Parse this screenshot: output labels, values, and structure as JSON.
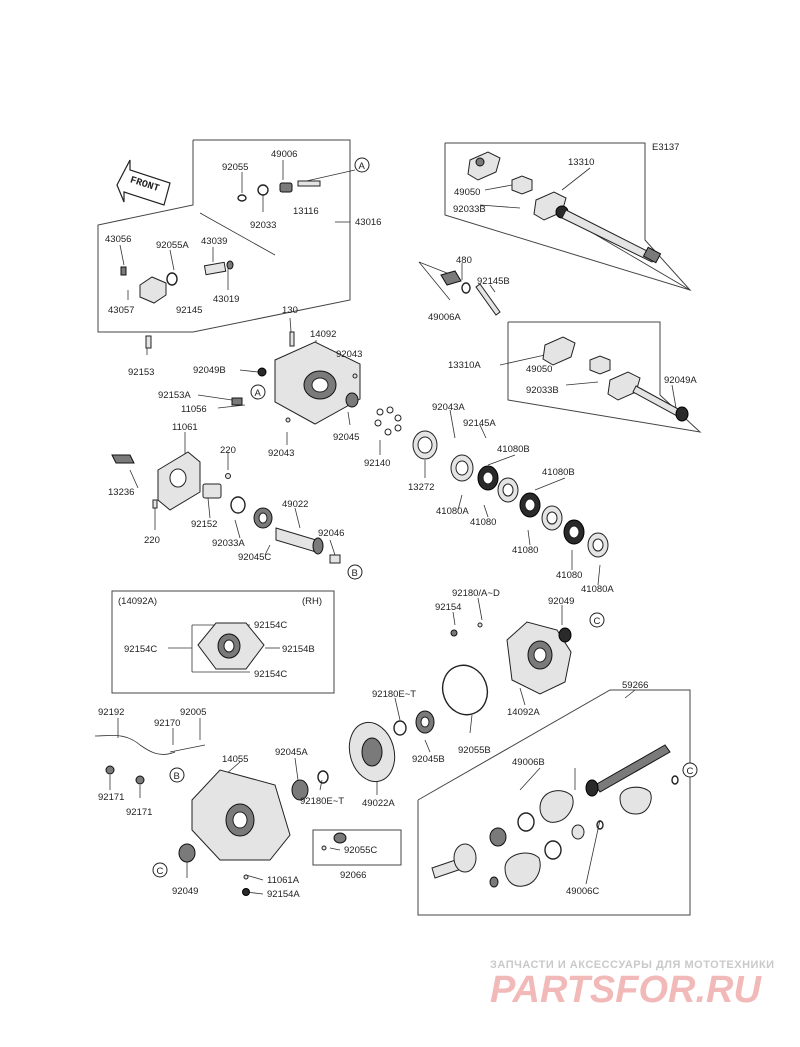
{
  "diagram_code": "E3137",
  "front_label": "FRONT",
  "ref_a": "A",
  "ref_b": "B",
  "ref_c": "C",
  "inset_top_left": "(14092A)",
  "inset_top_right": "(RH)",
  "watermark_line1": "ЗАПЧАСТИ И АКСЕССУАРЫ ДЛЯ МОТОТЕХНИКИ",
  "watermark_line2": "PARTSFOR.RU",
  "parts": {
    "p92055": "92055",
    "p49006": "49006",
    "p13116": "13116",
    "p92033": "92033",
    "p43016": "43016",
    "p43056": "43056",
    "p92055A": "92055A",
    "p43039": "43039",
    "p43057": "43057",
    "p92145": "92145",
    "p43019": "43019",
    "p92153": "92153",
    "p13310": "13310",
    "p49050": "49050",
    "p92033B": "92033B",
    "p480": "480",
    "p92145B": "92145B",
    "p49006A": "49006A",
    "p130": "130",
    "p14092": "14092",
    "p92049B": "92049B",
    "p92043": "92043",
    "p13310A": "13310A",
    "p49050b": "49050",
    "p92033Bb": "92033B",
    "p92049A": "92049A",
    "p92153A": "92153A",
    "p11056": "11056",
    "p92045": "92045",
    "p92043b": "92043",
    "p92043A": "92043A",
    "p92145A": "92145A",
    "p11061": "11061",
    "p220": "220",
    "p92140": "92140",
    "p13272": "13272",
    "p41080B": "41080B",
    "p41080Bb": "41080B",
    "p13236": "13236",
    "p92152": "92152",
    "p49022": "49022",
    "p41080A": "41080A",
    "p41080": "41080",
    "p220b": "220",
    "p92033A": "92033A",
    "p92046": "92046",
    "p41080b": "41080",
    "p92045C": "92045C",
    "p41080c": "41080",
    "p41080Ab": "41080A",
    "p92180AD": "92180/A~D",
    "p92154": "92154",
    "p92049": "92049",
    "p92154C_1": "92154C",
    "p92154C_2": "92154C",
    "p92154B": "92154B",
    "p92154C_3": "92154C",
    "p92180ET": "92180E~T",
    "p14092A": "14092A",
    "p59266": "59266",
    "p92192": "92192",
    "p92005": "92005",
    "p92170": "92170",
    "p92045B": "92045B",
    "p92055B": "92055B",
    "p14055": "14055",
    "p92045A": "92045A",
    "p49006B": "49006B",
    "p92171": "92171",
    "p92171b": "92171",
    "p92180ETb": "92180E~T",
    "p49022A": "49022A",
    "p92055C": "92055C",
    "p11061A": "11061A",
    "p92049b": "92049",
    "p92154A": "92154A",
    "p92066": "92066",
    "p49006C": "49006C"
  }
}
